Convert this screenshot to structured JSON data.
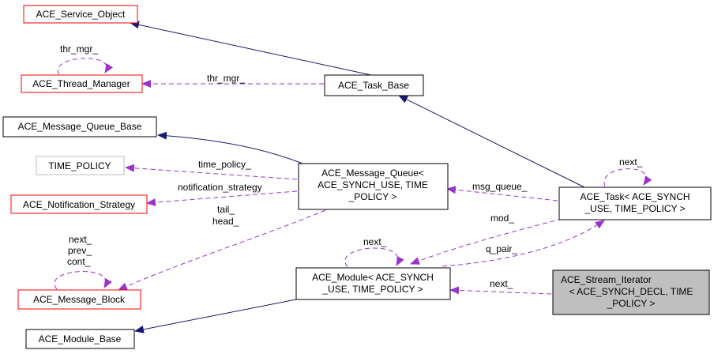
{
  "colors": {
    "inheritance_edge": "#191970",
    "usage_edge": "#9a32cd",
    "undocumented_border": "#ff0000",
    "documented_border": "#000000",
    "external_border": "#bfbfbf",
    "focus_fill": "#bfbfbf"
  },
  "nodes": {
    "service_object": "ACE_Service_Object",
    "thread_manager": "ACE_Thread_Manager",
    "task_base": "ACE_Task_Base",
    "message_queue_base": "ACE_Message_Queue_Base",
    "time_policy": "TIME_POLICY",
    "notification_strategy": "ACE_Notification_Strategy",
    "message_queue": [
      "ACE_Message_Queue<",
      "ACE_SYNCH_USE, TIME",
      "_POLICY >"
    ],
    "task": [
      "ACE_Task< ACE_SYNCH",
      "_USE, TIME_POLICY >"
    ],
    "message_block": "ACE_Message_Block",
    "module": [
      "ACE_Module< ACE_SYNCH",
      "_USE, TIME_POLICY >"
    ],
    "stream_iterator": [
      "ACE_Stream_Iterator",
      "< ACE_SYNCH_DECL, TIME",
      "_POLICY >"
    ],
    "module_base": "ACE_Module_Base"
  },
  "edge_labels": {
    "thr_mgr_self": "thr_mgr_",
    "thr_mgr": "thr_mgr_",
    "task_next": "next_",
    "msg_queue": "msg_queue_",
    "time_policy": "time_policy_",
    "notification_strategy": "notification_strategy",
    "tail": "tail_",
    "head": "head_",
    "block_next": "next_",
    "block_prev": "prev_",
    "block_cont": "cont_",
    "mod": "mod_",
    "q_pair": "q_pair_",
    "module_next": "next_",
    "iterator_next": "next_"
  }
}
